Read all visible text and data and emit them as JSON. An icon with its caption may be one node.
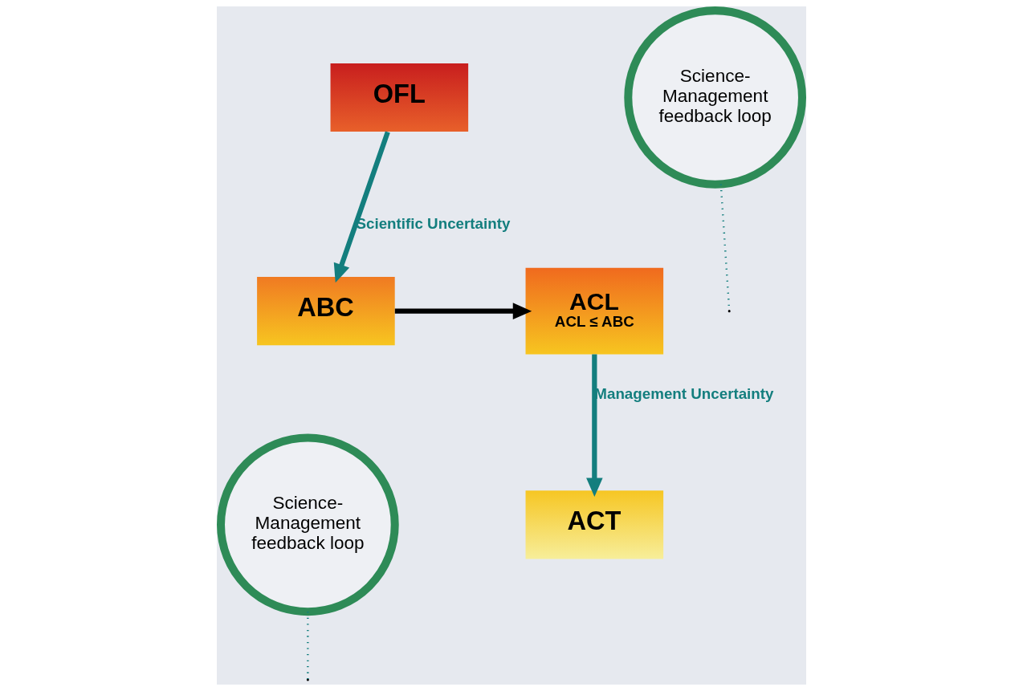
{
  "diagram": {
    "nodes": [
      {
        "text": [
          "OFL"
        ]
      },
      {
        "text": [
          "ABC"
        ]
      },
      {
        "text": [
          "ACL",
          "ACL ≤ ABC"
        ]
      },
      {
        "text": [
          "ACT"
        ]
      },
      {
        "text": [
          "Science- Management feedback loop"
        ]
      },
      {
        "text": [
          "Science- Management feedback loop"
        ]
      }
    ],
    "edges": [
      {
        "from": 0,
        "to": 1,
        "arrow": "to",
        "label": "Scientific Uncertainty",
        "color": "#137e7e"
      },
      {
        "from": 1,
        "to": 2,
        "arrow": "to",
        "color": "#000000"
      },
      {
        "from": 2,
        "to": 3,
        "arrow": "to",
        "label": "Management Uncertainty",
        "color": "#137e7e"
      },
      {
        "from": 4,
        "to": null,
        "arrow": "none",
        "style": "dashed",
        "color": "#137e7e"
      },
      {
        "from": 5,
        "to": null,
        "arrow": "none",
        "style": "dashed",
        "color": "#137e7e"
      }
    ]
  }
}
